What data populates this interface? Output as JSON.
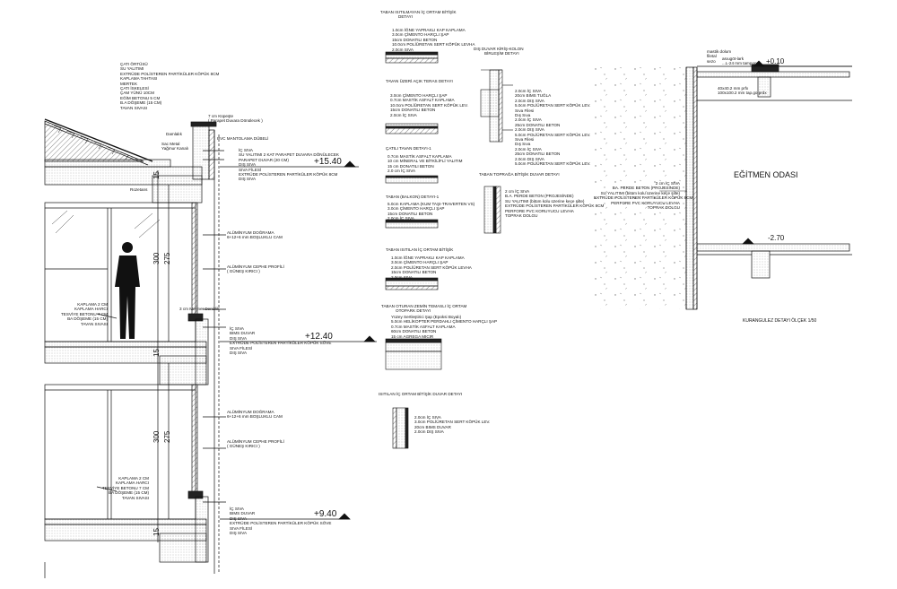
{
  "section": {
    "roof_layers": [
      "ÇATI ÖRTÜSÜ",
      "SU YALITIMI",
      "EXTRÜDE POLİSTEREN PARTİKÜLER KÖPÜK 8CM",
      "KAPLAMA TAHTASI",
      "MERTEK",
      "ÇATI İSKELESİ",
      "ÇAM YÜNÜ 10CM",
      "EĞİM BETONU 5 CM",
      "B.A DÖŞEME (15 CM)",
      "TAVAN SIVASI"
    ],
    "kupeste": [
      "7 cm Küpeşte",
      "( Parapet Duvara Dönülecek )"
    ],
    "damlalik": "Damlalık",
    "pvc_mantolama": "PVC MANTOLAMA DÜBELİ",
    "sac_metal": [
      "Sac Metal",
      "Yağmur Kanalı"
    ],
    "parapet_layers": [
      "İÇ SIVA",
      "SU YALITIMI 2 KAT PARAPET DUVARA DÖNÜLECEK",
      "PARAPET DUVAR (20 CM)",
      "DIŞ SIVA",
      "SIVA FİLESİ",
      "EXTRÜDE POLİSTEREN PARTİKÜLER KÖPÜK 8CM",
      "DIŞ SIVA"
    ],
    "rozetans": "Rozetans",
    "level_top": "+15.40",
    "level_mid": "+12.40",
    "level_bot": "+9.40",
    "dims_upper": [
      "15",
      "300",
      "275"
    ],
    "dims_lower": [
      "15",
      "300",
      "275"
    ],
    "dims_bottom": "15",
    "window_1": [
      "ALÜMİNYUM DOĞRAMA",
      "6+12+6 mm BOŞLUKLU CAM"
    ],
    "facade_1": [
      "ALÜMİNYUM CEPHE PROFİLİ",
      "( GÜNEŞ KIRICI )"
    ],
    "mermer": "3 cm Mermer Denizlik",
    "floor_1": [
      "KAPLAMA 2 CM",
      "KAPLAMA HARCI",
      "TESVİYE BETONU 7 CM",
      "BA DÖŞEME (15 CM)",
      "TAVAN SIVASI"
    ],
    "wall_1": [
      "İÇ SIVA",
      "BIMS DUVAR",
      "DIŞ SIVA",
      "EXTRÜDE POLİSTEREN PARTİKÜLER KÖPÜK SÖVE",
      "SIVA FİLESİ",
      "DIŞ SIVA"
    ],
    "window_2": [
      "ALÜMİNYUM DOĞRAMA",
      "6+12+6 mm BOŞLUKLU CAM"
    ],
    "facade_2": [
      "ALÜMİNYUM CEPHE PROFİLİ",
      "( GÜNEŞ KIRICI )"
    ],
    "floor_2": [
      "KAPLAMA 2 CM",
      "KAPLAMA HARCI",
      "TESVİYE BETONU 7 CM",
      "BA DÖŞEME (15 CM)",
      "TAVAN SIVASI"
    ],
    "wall_2": [
      "İÇ SIVA",
      "BIMS DUVAR",
      "DIŞ SIVA",
      "EXTRÜDE POLİSTEREN PARTİKÜLER KÖPÜK SÖVE",
      "SIVA FİLESİ",
      "DIŞ SIVA"
    ]
  },
  "details": {
    "d1": {
      "title": [
        "TABAN ISITILMAYAN İÇ ORTAM BİTİŞİK",
        "DETAYI"
      ],
      "layers": [
        "1.0cm İĞNE YAPRAKLI KAP KAPLAMA",
        "3.0cm ÇİMENTO HARÇLI ŞAP",
        "15cm DONATILI BETON",
        "10.0cm POLİÜRETAN SERT KÖPÜK LEVHA",
        "2.0cm SIVA"
      ]
    },
    "d2": {
      "title": [
        "TAVAN ÜZERİ AÇIK TERAS DETAYI"
      ],
      "layers": [
        "3.0cm ÇİMENTO HARÇLI ŞAP",
        "0.7cm MASTİK ASFALT KAPLAMA",
        "10.0cm POLİÜRETAN SERT KÖPÜK LEV.",
        "15cm DONATILI BETON",
        "2.0cm İÇ SIVA"
      ]
    },
    "d3": {
      "title": [
        "ÇATILI TAVAN DETAYI-1"
      ],
      "layers": [
        "0.7cm MASTİK ASFALT KAPLAMA",
        "10 cm MİNERAL VE BİTKİLİFLİ YALITIM",
        "15 cm DONATILI BETON",
        "2.0 cm İÇ SIVA"
      ]
    },
    "d4": {
      "title": [
        "TABAN (BALKON) DETAYI-1"
      ],
      "layers": [
        "5.0cm KAPLAMA (KUM TAŞI-TRAVERTEN VS)",
        "3.0cm ÇİMENTO HARÇLI ŞAP",
        "15cm DONATILI BETON",
        "2.0cm İÇ SIVA"
      ]
    },
    "d5": {
      "title": [
        "TABAN ISITILAN İÇ ORTAM BİTİŞİK"
      ],
      "layers": [
        "1.0cm İĞNE YAPRAKLI KAP KAPLAMA",
        "3.0cm ÇİMENTO HARÇLI ŞAP",
        "2.0cm POLİÜRETAN SERT KÖPÜK LEVHA",
        "15cm DONATILI BETON",
        "2.0cm SIVA"
      ]
    },
    "d6": {
      "title": [
        "TABAN OTURAN ZEMİN TEMASLI İÇ ORTAM",
        "OTOPARK DETAYI"
      ],
      "layers": [
        "Yüzey Sertleştirici Şap (Epoksi Boyalı)",
        "5.0cm HELİKOPTER PERDAHLI ÇİMENTO HARÇLI ŞAP",
        "0.7cm MASTİK ASFALT KAPLAMA",
        "60cm DONATILI BETON",
        "15 cm AGREGA MICIR"
      ]
    },
    "d7": {
      "title": [
        "ISITILAN İÇ ORTAM BİTİŞİK DUVAR DETAYI"
      ],
      "layers": [
        "2.0cm İÇ SIVA",
        "3.0cm POLİÜRETAN SERT KÖPÜK LEV.",
        "20cm BIMS DUVAR",
        "2.0cm DIŞ SIVA"
      ]
    },
    "d8": {
      "title": [
        "DIŞ DUVAR KİRİŞ-KOLON",
        "BİRLEŞİM DETAYI"
      ],
      "layers": [
        "2.0cm İÇ SIVA",
        "20cm BIMS TUĞLA",
        "2.0cm DIŞ SIVA",
        "5.0cm POLİÜRETAN SERT KÖPÜK LEV.",
        "Sıva Filesi",
        "Dış Sıva",
        "2.0cm İÇ SIVA",
        "25cm DONATILI BETON",
        "2.0cm DIŞ SIVA",
        "5.0cm POLİÜRETAN SERT KÖPÜK LEV.",
        "Sıva Filesi",
        "Dış Sıva",
        "2.0cm İÇ SIVA",
        "25cm DONATILI BETON",
        "2.0cm DIŞ SIVA",
        "5.0cm POLİÜRETAN SERT KÖPÜK LEV."
      ]
    },
    "d9": {
      "title": [
        "TABAN TOPRAĞA BİTİŞİK DUVAR DETAYI"
      ],
      "layers": [
        "2 cm İÇ SIVA",
        "B.A. PERDE BETON (PROJESİNDE)",
        "SU YALITIMI (bitüm kolu üzerine keçe şilte)",
        "EXTRÜDE POLİSTEREN PARTİKÜLER KÖPÜK 8CM",
        "PERFORE PVC KORUYUCU LEVHA",
        "TOPRAK DOLGU"
      ]
    }
  },
  "kuranguleз": {
    "room": "EĞİTMEN ODASI",
    "level_top": "+0.10",
    "level_bot": "-2.70",
    "top_labels": [
      "mastik dolum",
      "filetal",
      "sezo"
    ],
    "top_labels_2": [
      "asıugöt-lark",
      "...L-24 mm tampon h"
    ],
    "small_labels": [
      "40x40.2 mm prfx",
      "100x100.2 mm tap.go prdx"
    ],
    "wall_layers": [
      "2 cm İÇ SIVA",
      "BA. PERDE BETON (PROJESİNDE)",
      "SU YALITIMI (bitüm kolu üzerine keçe şilte)",
      "EXTRÜDE POLİSTEREN PARTİKÜLER KÖPÜK 8CM",
      "PERFORE PVC KORUYUCU LEVHA",
      "TOPRAK DOLGU"
    ],
    "caption": "KURANGULEZ DETAYI ÖLÇEK 1/50"
  }
}
